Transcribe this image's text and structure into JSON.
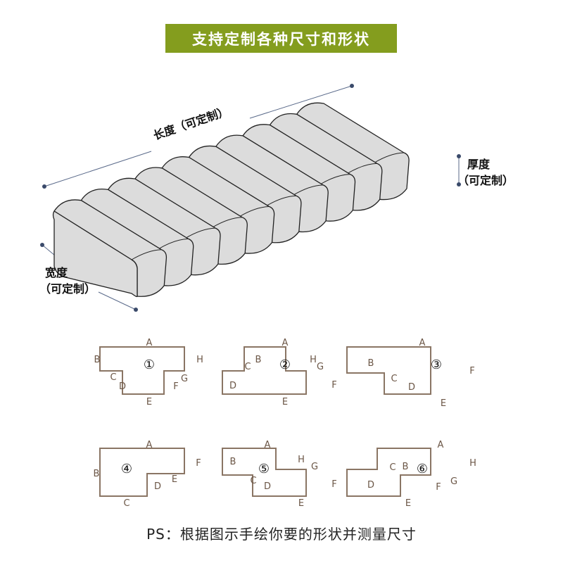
{
  "title": "支持定制各种尺寸和形状",
  "cushion": {
    "segments": 10,
    "length_label": "长度（可定制）",
    "thickness_label": "厚度",
    "thickness_sub": "（可定制）",
    "width_label": "宽度",
    "width_sub": "（可定制）"
  },
  "shapes": [
    {
      "number": "①",
      "labels": [
        "A",
        "B",
        "C",
        "D",
        "E",
        "F",
        "G",
        "H"
      ]
    },
    {
      "number": "②",
      "labels": [
        "A",
        "B",
        "C",
        "D",
        "E",
        "F",
        "G",
        "H"
      ]
    },
    {
      "number": "③",
      "labels": [
        "A",
        "B",
        "C",
        "D",
        "E",
        "F"
      ]
    },
    {
      "number": "④",
      "labels": [
        "A",
        "B",
        "C",
        "D",
        "E",
        "F"
      ]
    },
    {
      "number": "⑤",
      "labels": [
        "A",
        "B",
        "C",
        "D",
        "E",
        "F",
        "G",
        "H"
      ]
    },
    {
      "number": "⑥",
      "labels": [
        "A",
        "B",
        "C",
        "D",
        "E",
        "F",
        "G",
        "H"
      ]
    }
  ],
  "note": "PS：根据图示手绘你要的形状并测量尺寸",
  "colors": {
    "banner": "#849d1e",
    "outline": "#8a7564",
    "cushion": "#dcdcdc"
  }
}
